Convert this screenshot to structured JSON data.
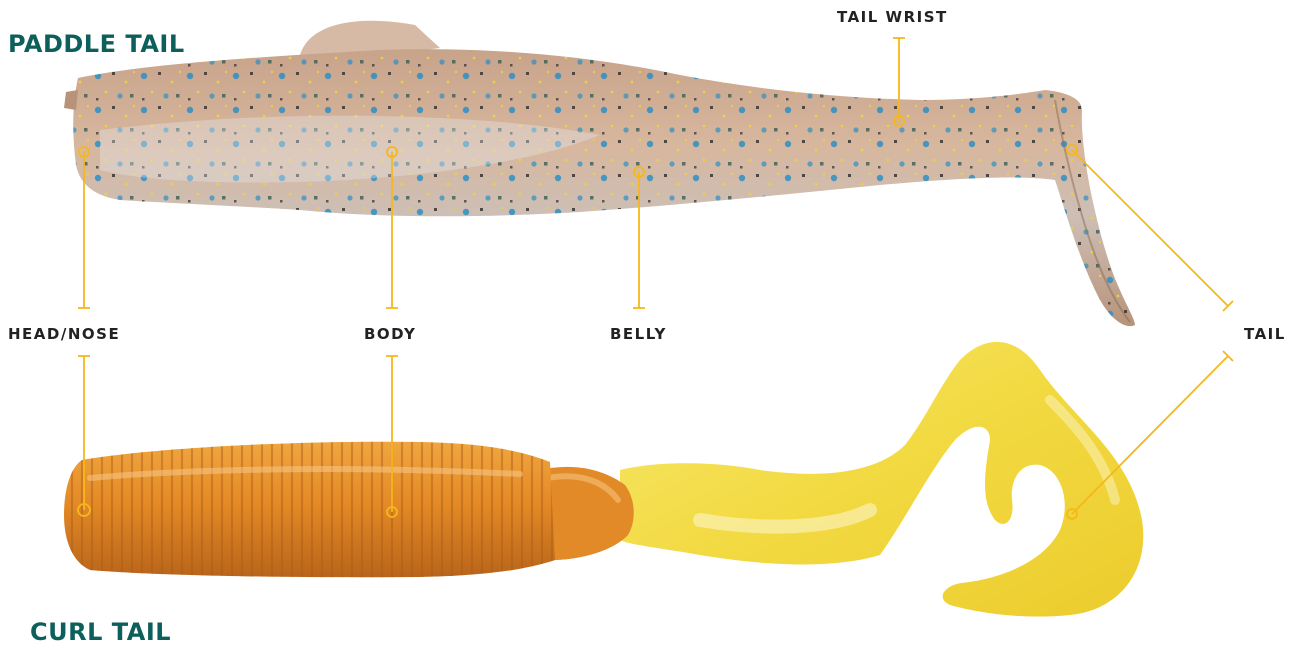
{
  "headings": {
    "paddle_tail": "PADDLE TAIL",
    "curl_tail": "CURL TAIL"
  },
  "part_labels": {
    "tail_wrist": "TAIL WRIST",
    "head_nose": "HEAD/NOSE",
    "body": "BODY",
    "belly": "BELLY",
    "tail": "TAIL"
  },
  "colors": {
    "heading": "#0c5f5a",
    "label": "#222222",
    "callout": "#f5b81c",
    "paddle_body": "#c9a68c",
    "curl_body": "#e08a2a",
    "curl_tail": "#f5e05a"
  }
}
